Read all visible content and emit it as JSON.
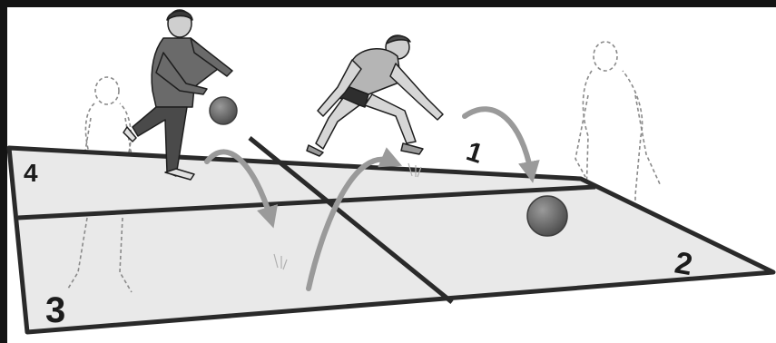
{
  "illustration": {
    "background": "#141414",
    "paper": "#ffffff",
    "court_surface": "#e9e9e9",
    "line_color": "#2a2a2a",
    "arrow_color": "#9a9a9a",
    "ball_color": "#6f6f6f",
    "players": [
      {
        "role": "active-player",
        "pose": "bouncing-ball"
      },
      {
        "role": "active-player",
        "pose": "reaching-for-ball"
      },
      {
        "role": "waiting-player",
        "style": "dashed-outline"
      },
      {
        "role": "waiting-player",
        "style": "dashed-outline"
      }
    ],
    "squares": [
      {
        "label": "1"
      },
      {
        "label": "2"
      },
      {
        "label": "3"
      },
      {
        "label": "4"
      }
    ],
    "balls": 2,
    "bounce_arrows": 3
  }
}
